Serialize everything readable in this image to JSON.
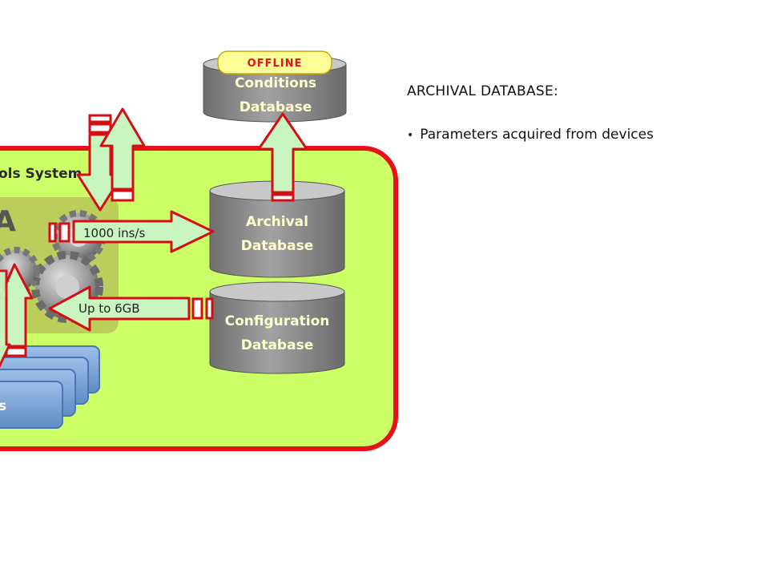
{
  "diagram": {
    "system_label": "ols System",
    "letter_fragment": "A",
    "devices_fragment": "s",
    "databases": {
      "conditions": {
        "line1": "Conditions",
        "line2": "Database",
        "badge": "OFFLINE"
      },
      "archival": {
        "line1": "Archival",
        "line2": "Database"
      },
      "configuration": {
        "line1": "Configuration",
        "line2": "Database"
      }
    },
    "flows": {
      "to_archival": "1000 ins/s",
      "from_configuration": "Up to 6GB"
    },
    "colors": {
      "system_fill": "#ccff66",
      "system_border": "#e8101a",
      "cylinder_body": "#8c8c8c",
      "cylinder_top": "#c8c8c8",
      "db_text": "#ffffcc",
      "arrow_fill": "#c8f5c0",
      "arrow_stroke": "#d40f14",
      "badge_fill": "#ffff99",
      "badge_text": "#e8101a",
      "device_fill": "#7ea6d6"
    }
  },
  "panel": {
    "title": "ARCHIVAL  DATABASE:",
    "bullets": [
      "Parameters acquired from devices"
    ]
  }
}
